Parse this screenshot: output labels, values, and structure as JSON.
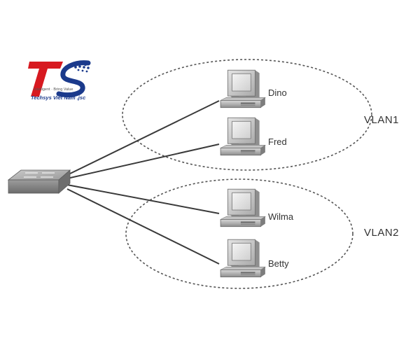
{
  "logo": {
    "tagline": "Intelligent · Bring Value",
    "company": "Techsys Viet Nam .jsc"
  },
  "switch": {
    "name": "switch-icon"
  },
  "vlans": [
    {
      "label": "VLAN1"
    },
    {
      "label": "VLAN2"
    }
  ],
  "hosts": [
    {
      "label": "Dino",
      "vlan": "VLAN1",
      "icon": "computer-icon"
    },
    {
      "label": "Fred",
      "vlan": "VLAN1",
      "icon": "computer-icon"
    },
    {
      "label": "Wilma",
      "vlan": "VLAN2",
      "icon": "computer-icon"
    },
    {
      "label": "Betty",
      "vlan": "VLAN2",
      "icon": "computer-icon"
    }
  ],
  "colors": {
    "link": "#3a3a3a",
    "vlan_border": "#555555",
    "logo_red": "#d71920",
    "logo_blue": "#1b3a8c"
  }
}
